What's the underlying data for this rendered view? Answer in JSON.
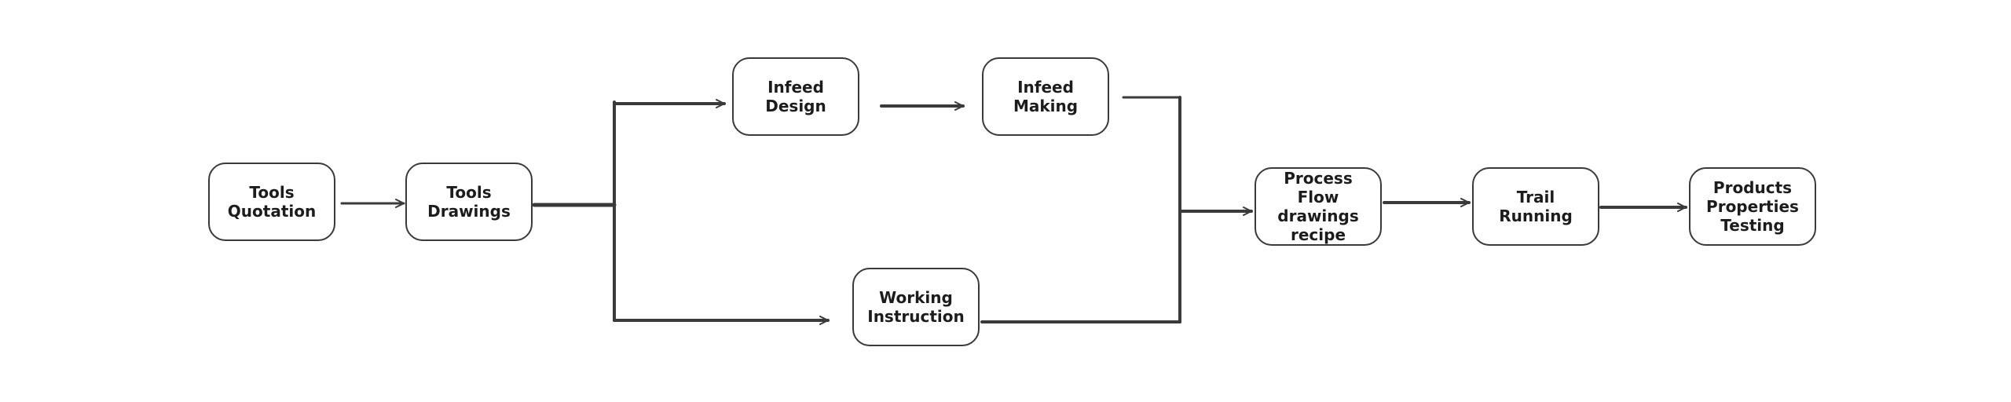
{
  "diagram": {
    "stroke_color": "#3a3a3a",
    "node_border_color": "#3a3a3a",
    "text_color": "#1c1c1c",
    "nodes": {
      "tools_quotation": "Tools\nQuotation",
      "tools_drawings": "Tools\nDrawings",
      "infeed_design": "Infeed\nDesign",
      "infeed_making": "Infeed\nMaking",
      "working_instruction": "Working\nInstruction",
      "process_flow": "Process Flow\ndrawings\nrecipe",
      "trail_running": "Trail Running",
      "products_properties_testing": "Products\nProperties\nTesting"
    }
  }
}
